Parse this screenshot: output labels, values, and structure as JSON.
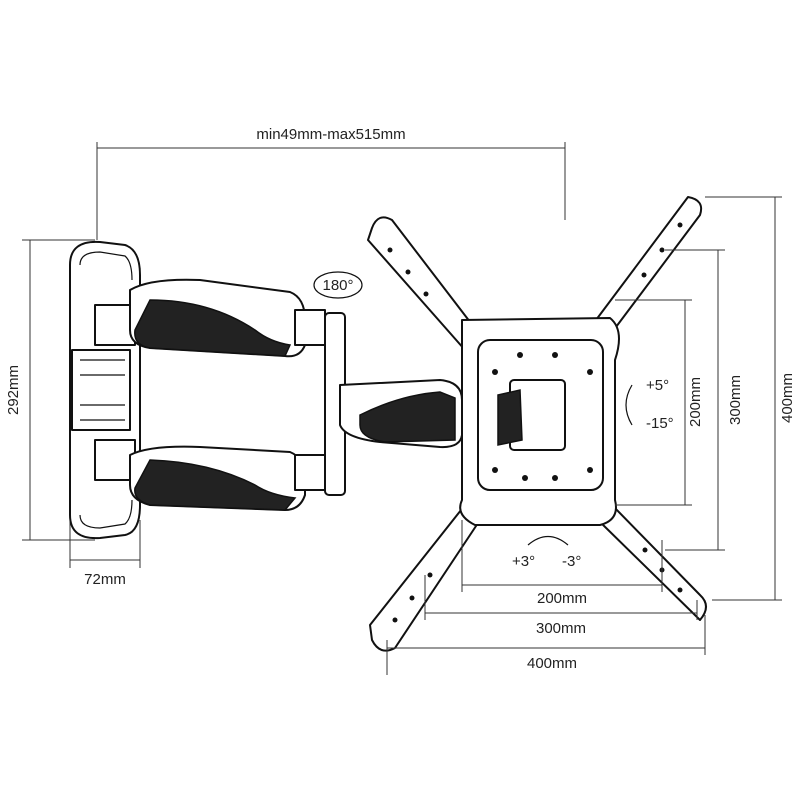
{
  "dimensions": {
    "arm_extension": "min49mm-max515mm",
    "swivel": "180°",
    "wall_plate_height": "292mm",
    "wall_plate_width": "72mm",
    "tilt_up": "+5°",
    "tilt_down": "-15°",
    "vertical_200": "200mm",
    "vertical_300": "300mm",
    "vertical_400": "400mm",
    "level_plus": "+3°",
    "level_minus": "-3°",
    "horizontal_200": "200mm",
    "horizontal_300": "300mm",
    "horizontal_400": "400mm"
  }
}
